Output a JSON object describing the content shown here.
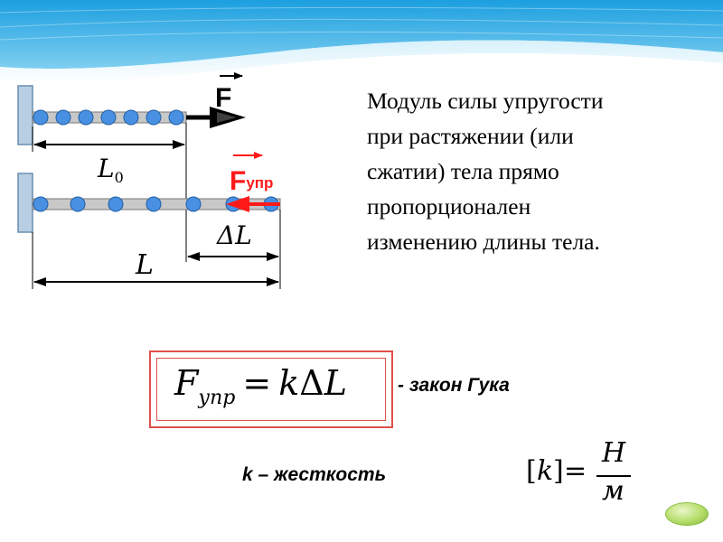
{
  "description_text": {
    "lines": [
      "Модуль силы упругости",
      "при растяжении (или",
      "сжатии) тела прямо",
      "пропорционален",
      "изменению длины тела."
    ]
  },
  "diagram": {
    "force_label": "F",
    "elastic_force_label": "F",
    "elastic_force_subscript": "упр",
    "l0_label": "L",
    "l0_subscript": "0",
    "delta_l_label": "ΔL",
    "l_label": "L"
  },
  "formula": {
    "lhs": "F",
    "lhs_subscript": "упр",
    "equals": "=",
    "rhs_k": "k",
    "rhs_delta": "Δ",
    "rhs_l": "L"
  },
  "law_label": "- закон Гука",
  "stiffness_label": "k – жесткость",
  "units": {
    "left_bracket": "[",
    "k": "k",
    "right_bracket": "]",
    "equals": "=",
    "numerator": "Н",
    "denominator": "м"
  },
  "colors": {
    "banner_top": "#1aa0e0",
    "banner_light": "#bfe6f7",
    "rod": "#c8c8c8",
    "ball": "#4a90e2",
    "elastic_force": "#ff1a1a",
    "formula_border": "#e0504a",
    "nav_button": "#b5dd6a"
  }
}
